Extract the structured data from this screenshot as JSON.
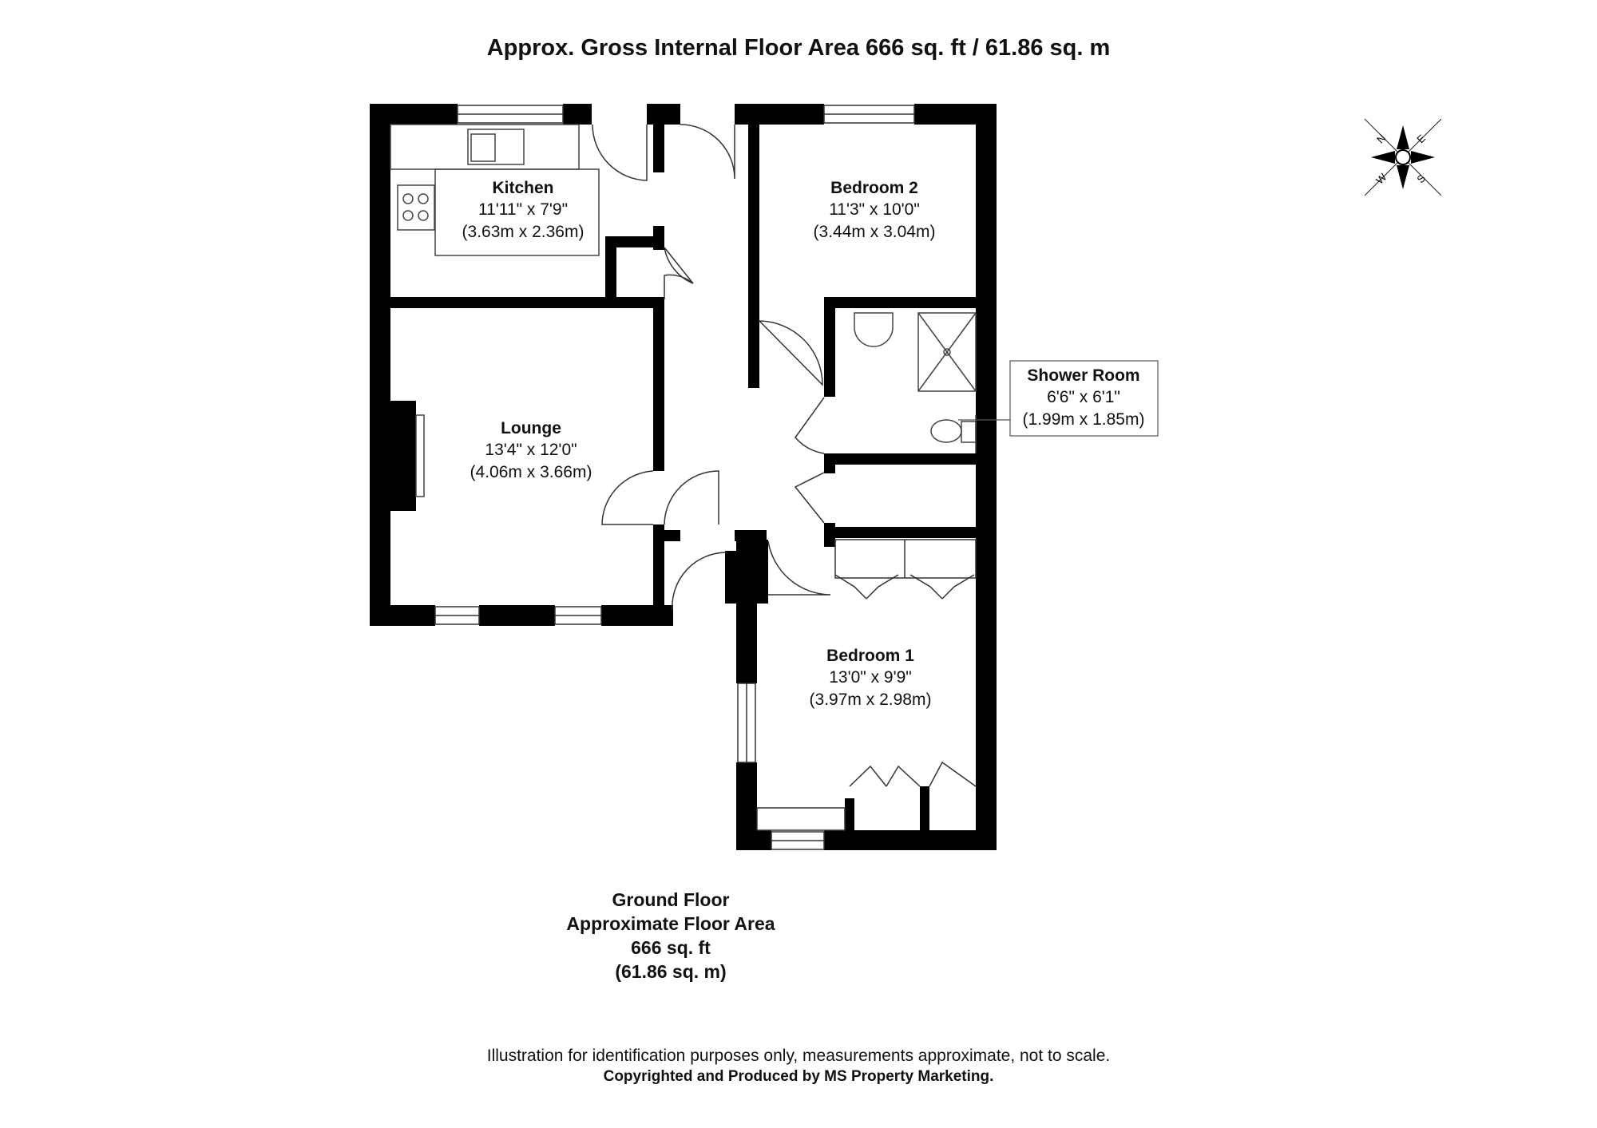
{
  "header": {
    "title": "Approx. Gross Internal Floor Area 666 sq. ft / 61.86 sq. m"
  },
  "rooms": {
    "kitchen": {
      "name": "Kitchen",
      "imperial": "11'11\" x 7'9\"",
      "metric": "(3.63m x 2.36m)"
    },
    "bedroom2": {
      "name": "Bedroom 2",
      "imperial": "11'3\" x 10'0\"",
      "metric": "(3.44m x 3.04m)"
    },
    "lounge": {
      "name": "Lounge",
      "imperial": "13'4\" x 12'0\"",
      "metric": "(4.06m x 3.66m)"
    },
    "shower": {
      "name": "Shower Room",
      "imperial": "6'6\" x 6'1\"",
      "metric": "(1.99m x 1.85m)"
    },
    "bedroom1": {
      "name": "Bedroom 1",
      "imperial": "13'0\" x 9'9\"",
      "metric": "(3.97m x 2.98m)"
    }
  },
  "compass": {
    "n": "N",
    "e": "E",
    "s": "S",
    "w": "W"
  },
  "floor": {
    "name": "Ground Floor",
    "area_label": "Approximate Floor Area",
    "area_imperial": "666 sq. ft",
    "area_metric": "(61.86 sq. m)"
  },
  "footer": {
    "disclaimer": "Illustration for identification purposes only, measurements approximate, not to scale.",
    "copyright": "Copyrighted  and Produced by MS Property Marketing."
  },
  "colors": {
    "wall": "#000000",
    "fixture": "#444444",
    "background": "#ffffff"
  }
}
